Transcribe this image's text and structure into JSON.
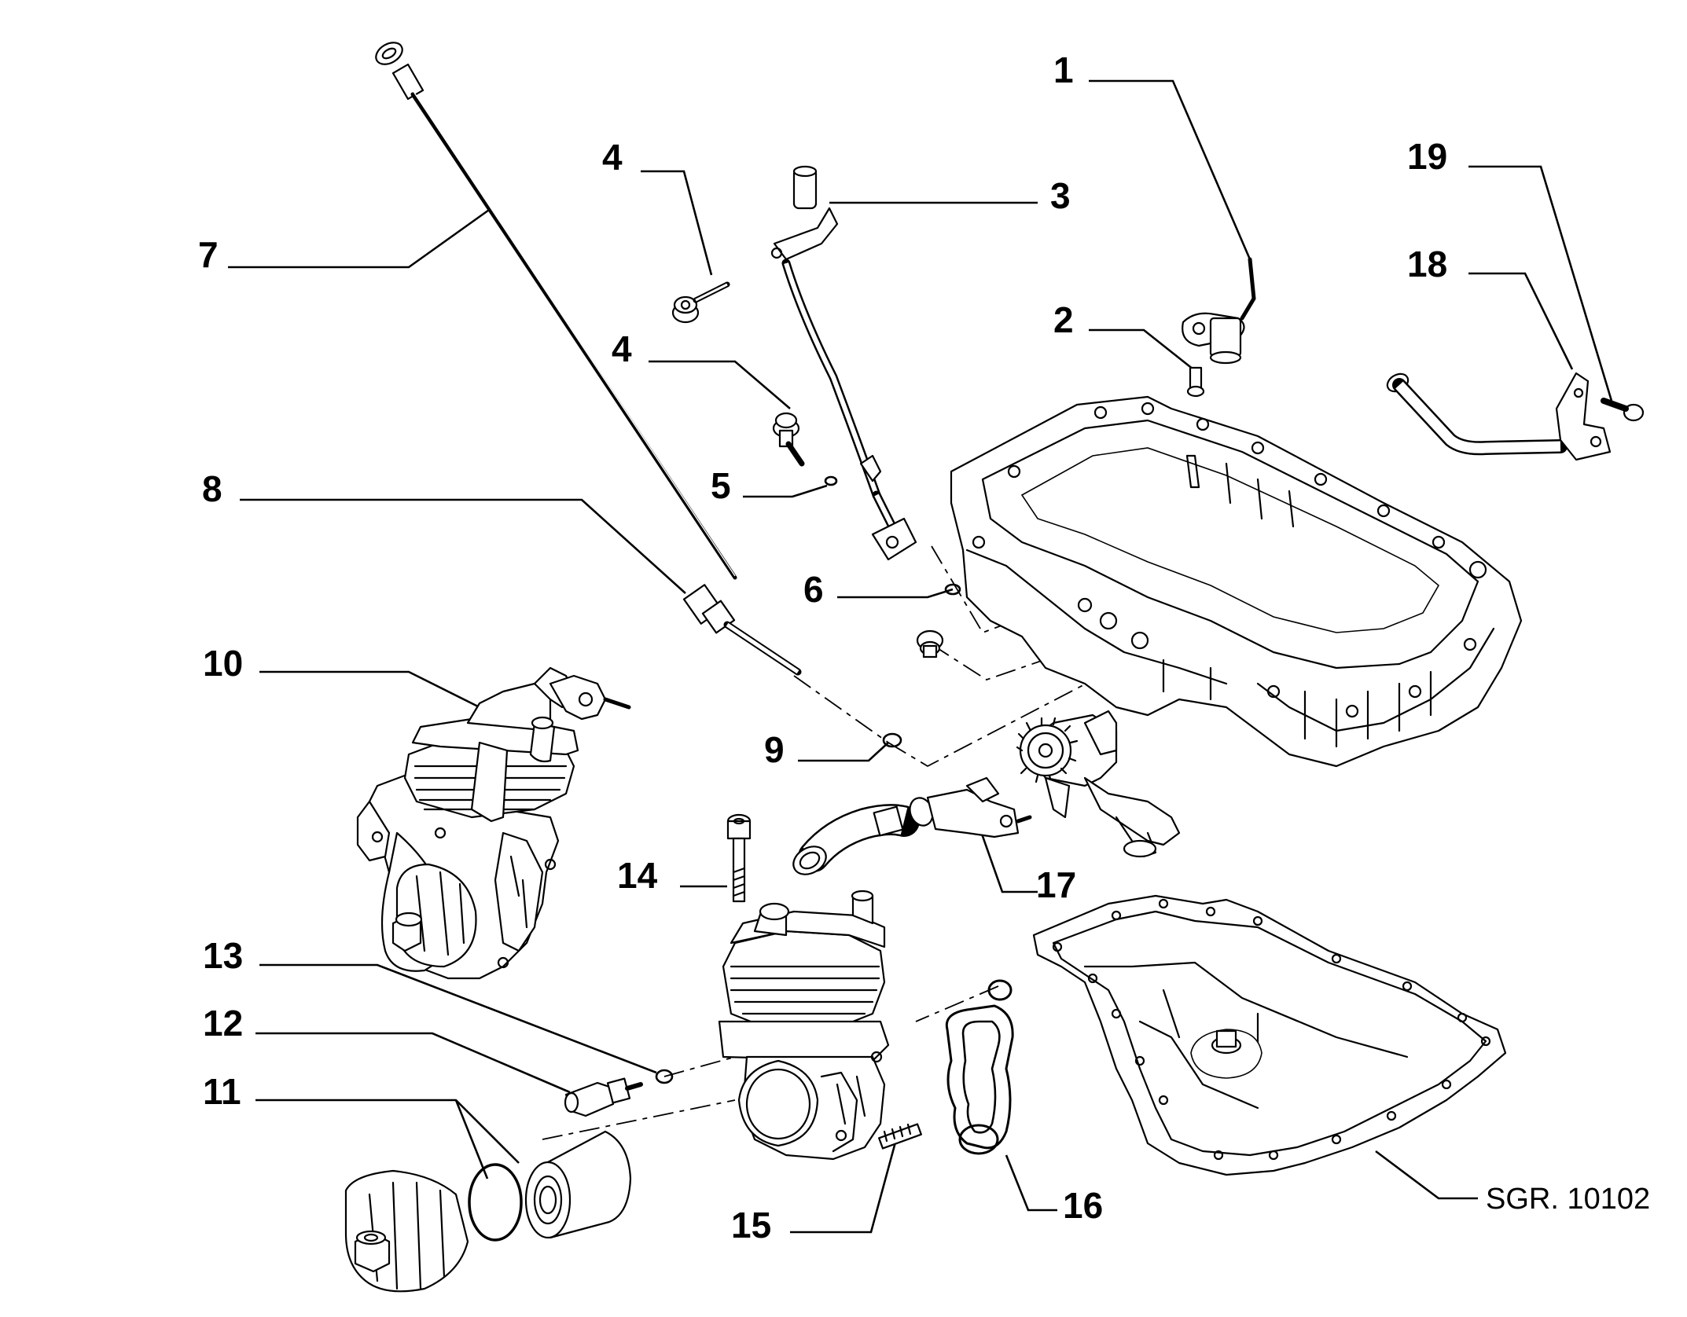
{
  "diagram": {
    "reference_code": "SGR. 10102",
    "callouts": [
      "1",
      "2",
      "3",
      "4",
      "4",
      "5",
      "6",
      "7",
      "8",
      "9",
      "10",
      "11",
      "12",
      "13",
      "14",
      "15",
      "16",
      "17",
      "18",
      "19"
    ]
  }
}
